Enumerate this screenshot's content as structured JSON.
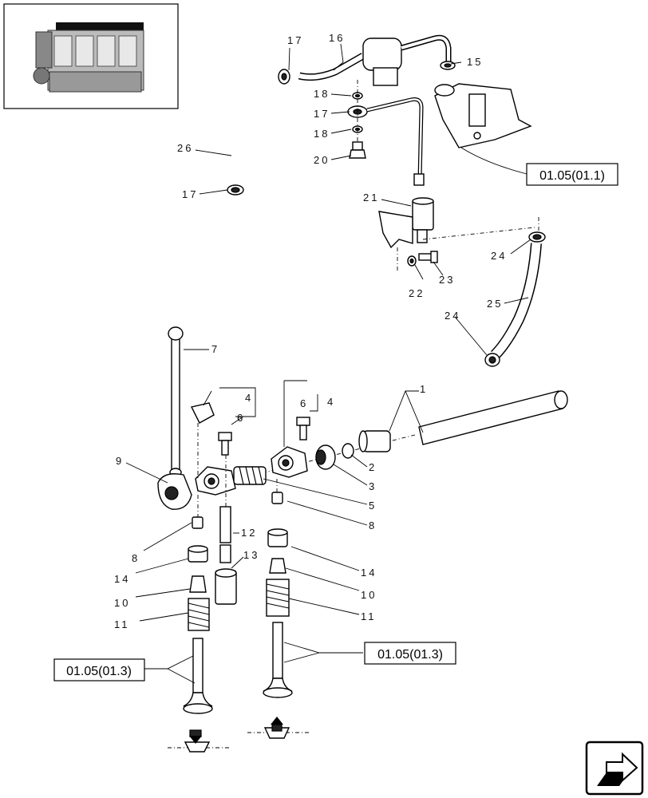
{
  "callouts": {
    "c1": "1",
    "c2": "2",
    "c3": "3",
    "c4a": "4",
    "c4b": "4",
    "c5": "5",
    "c6a": "6",
    "c6b": "6",
    "c7": "7",
    "c8a": "8",
    "c8b": "8",
    "c9": "9",
    "c10a": "10",
    "c10b": "10",
    "c11a": "11",
    "c11b": "11",
    "c12": "12",
    "c13": "13",
    "c14a": "14",
    "c14b": "14",
    "c15": "15",
    "c16": "16",
    "c17a": "17",
    "c17b": "17",
    "c17c": "17",
    "c18a": "18",
    "c18b": "18",
    "c20": "20",
    "c21": "21",
    "c22": "22",
    "c23": "23",
    "c24a": "24",
    "c24b": "24",
    "c25": "25",
    "c26": "26"
  },
  "references": {
    "top_right": "01.05(01.1)",
    "bottom_left": "01.05(01.3)",
    "bottom_right": "01.05(01.3)"
  },
  "nav": {
    "icon": "next-page-arrow-icon"
  },
  "thumbnail": {
    "icon": "engine-thumbnail-icon"
  }
}
